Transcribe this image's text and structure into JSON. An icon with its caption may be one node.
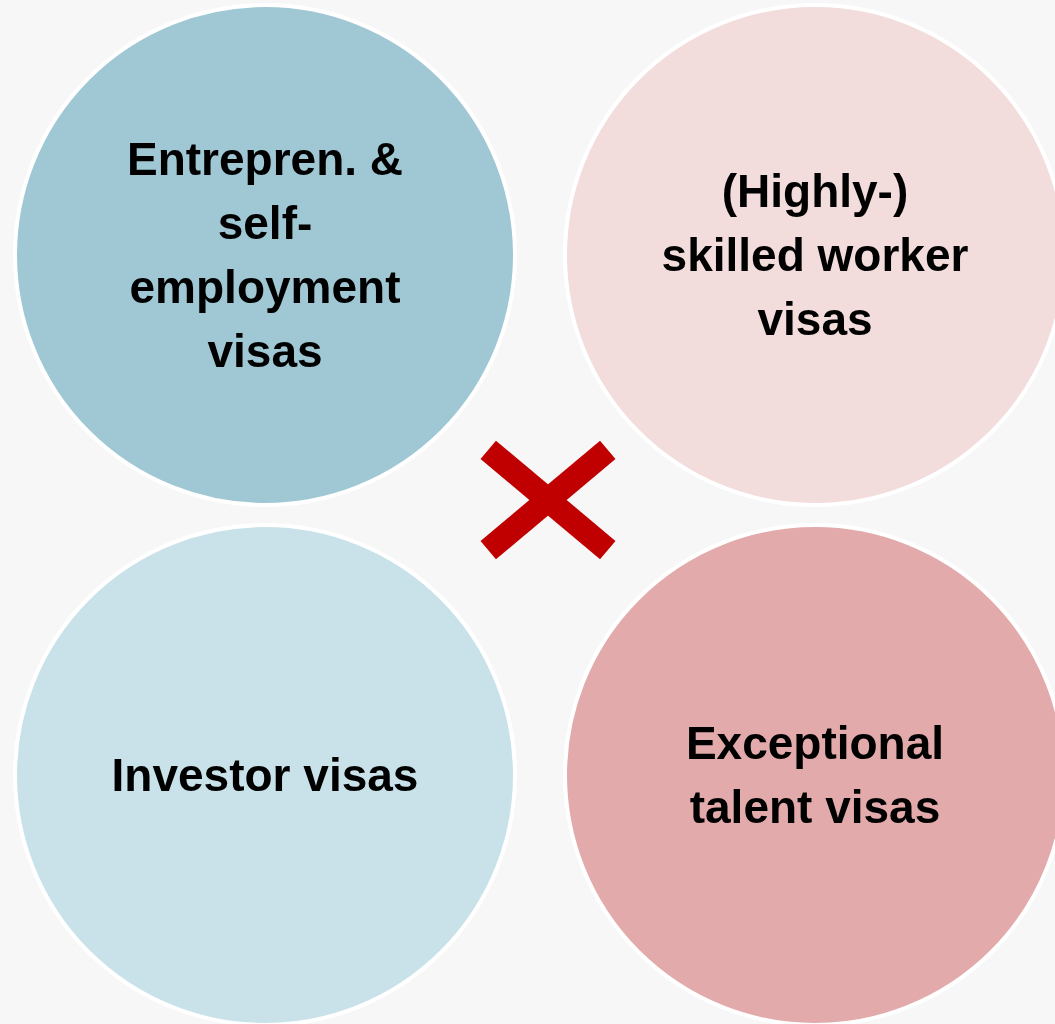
{
  "diagram": {
    "nodes": [
      {
        "text": [
          "Entrepren. & self-employment visas"
        ]
      },
      {
        "text": [
          "(Highly-) skilled worker visas"
        ]
      },
      {
        "text": [
          "Investor visas"
        ]
      },
      {
        "text": [
          "Exceptional talent visas"
        ]
      }
    ]
  }
}
